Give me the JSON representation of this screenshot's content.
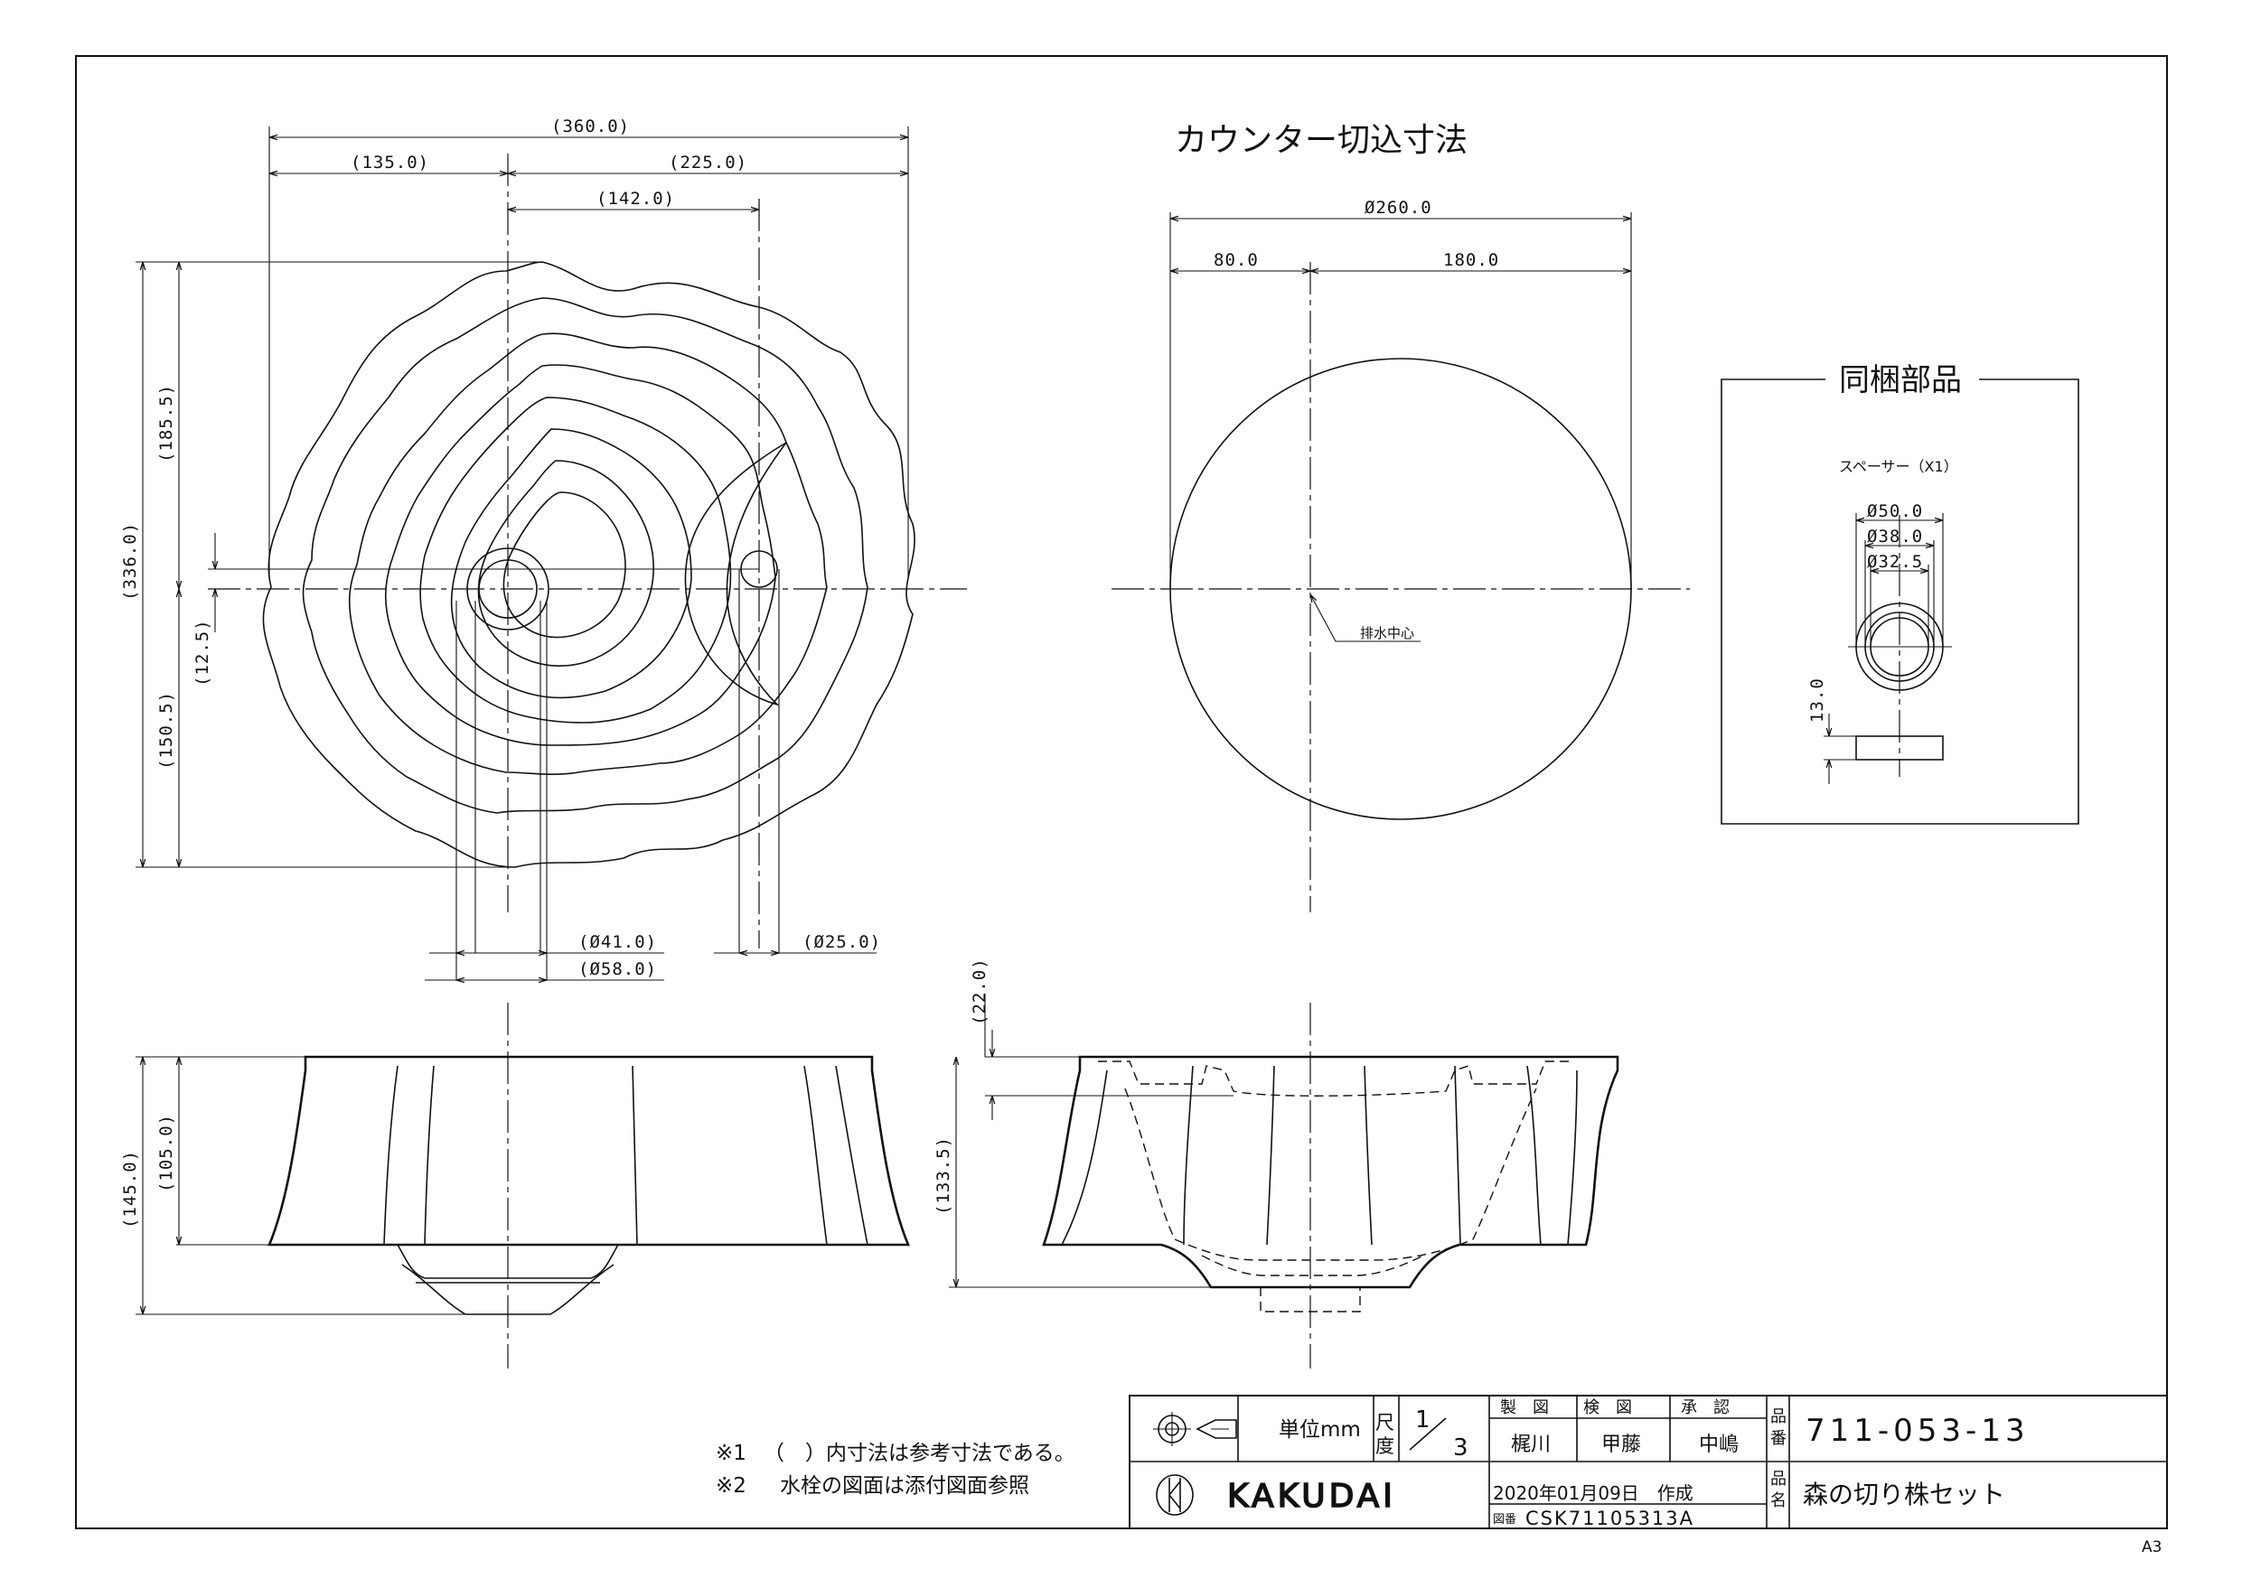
{
  "title_block": {
    "unit_label": "単位mm",
    "scale_label": "尺度",
    "scale_num": "1",
    "scale_den": "3",
    "roles": [
      "製　図",
      "検　図",
      "承　認"
    ],
    "people": [
      "梶川",
      "甲藤",
      "中嶋"
    ],
    "part_no_label": "品番",
    "part_no": "711-053-13",
    "name_label": "品名",
    "name": "森の切り株セット",
    "created": "2020年01月09日　作成",
    "drawing_no_label": "図番",
    "drawing_no": "CSK71105313A",
    "brand": "KAKUDAI",
    "sheet_size": "A3"
  },
  "notes": {
    "note1_mark": "※1",
    "note1": "（　）内寸法は参考寸法である。",
    "note2_mark": "※2",
    "note2": "水栓の図面は添付図面参照"
  },
  "top_view": {
    "overall_width": "(360.0)",
    "left_width": "(135.0)",
    "right_width": "(225.0)",
    "to_faucet_hole": "(142.0)",
    "overall_depth": "(336.0)",
    "upper_depth": "(185.5)",
    "lower_depth": "(150.5)",
    "offset": "(12.5)",
    "drain_inner": "(Ø41.0)",
    "drain_outer": "(Ø58.0)",
    "faucet_hole": "(Ø25.0)"
  },
  "side_view": {
    "total_height": "(145.0)",
    "bowl_height": "(105.0)"
  },
  "section_view": {
    "rim_depth": "(22.0)",
    "inner_depth": "(133.5)"
  },
  "cutout": {
    "title": "カウンター切込寸法",
    "diameter": "Ø260.0",
    "left": "80.0",
    "right": "180.0",
    "drain_center": "排水中心"
  },
  "accessories": {
    "title": "同梱部品",
    "spacer": "スペーサー（X1）",
    "d_outer": "Ø50.0",
    "d_mid": "Ø38.0",
    "d_inner": "Ø32.5",
    "thickness": "13.0"
  }
}
